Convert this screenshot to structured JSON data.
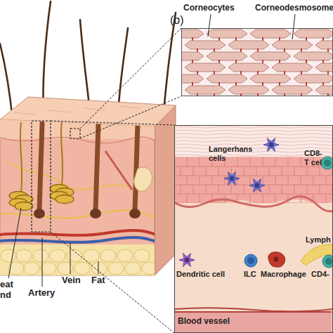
{
  "diagram": {
    "nodes": [
      {
        "text": [
          "Corneocytes",
          "Corneodesmosome"
        ]
      },
      {
        "text": [
          "Langerhans cells",
          "CD8- T cel",
          "Lymph",
          "Dendritic cell",
          "ILC",
          "Macrophage",
          "CD4-"
        ]
      },
      {
        "text": [
          "Blood vessel"
        ],
        "in": 1
      }
    ],
    "labels": [
      "(b)",
      "eat nd",
      "Artery",
      "Vein",
      "Fat"
    ]
  }
}
